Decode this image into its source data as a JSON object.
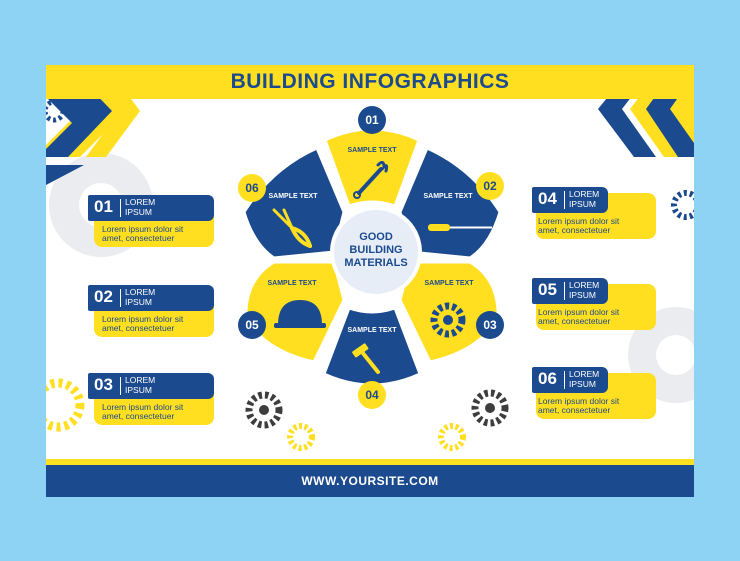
{
  "header": {
    "title": "BUILDING INFOGRAPHICS"
  },
  "footer": {
    "website": "WWW.YOURSITE.COM"
  },
  "center": {
    "line1": "GOOD",
    "line2": "BUILDING",
    "line3": "MATERIALS"
  },
  "petals": [
    {
      "number": "01",
      "label": "SAMPLE TEXT",
      "tool": "wrench-icon"
    },
    {
      "number": "02",
      "label": "SAMPLE TEXT",
      "tool": "screwdriver-icon"
    },
    {
      "number": "03",
      "label": "SAMPLE TEXT",
      "tool": "gear-icon"
    },
    {
      "number": "04",
      "label": "SAMPLE TEXT",
      "tool": "hammer-icon"
    },
    {
      "number": "05",
      "label": "SAMPLE TEXT",
      "tool": "hard-hat-icon"
    },
    {
      "number": "06",
      "label": "SAMPLE TEXT",
      "tool": "pliers-icon"
    }
  ],
  "items": [
    {
      "number": "01",
      "label_line1": "LOREM",
      "label_line2": "IPSUM",
      "desc_line1": "Lorem ipsum dolor sit",
      "desc_line2": "amet, consectetuer"
    },
    {
      "number": "02",
      "label_line1": "LOREM",
      "label_line2": "IPSUM",
      "desc_line1": "Lorem ipsum dolor sit",
      "desc_line2": "amet, consectetuer"
    },
    {
      "number": "03",
      "label_line1": "LOREM",
      "label_line2": "IPSUM",
      "desc_line1": "Lorem ipsum dolor sit",
      "desc_line2": "amet, consectetuer"
    },
    {
      "number": "04",
      "label_line1": "LOREM",
      "label_line2": "IPSUM",
      "desc_line1": "Lorem ipsum dolor sit",
      "desc_line2": "amet, consectetuer"
    },
    {
      "number": "05",
      "label_line1": "LOREM",
      "label_line2": "IPSUM",
      "desc_line1": "Lorem ipsum dolor sit",
      "desc_line2": "amet, consectetuer"
    },
    {
      "number": "06",
      "label_line1": "LOREM",
      "label_line2": "IPSUM",
      "desc_line1": "Lorem ipsum dolor sit",
      "desc_line2": "amet, consectetuer"
    }
  ],
  "colors": {
    "blue": "#1b4a8f",
    "yellow": "#ffdf1f",
    "gray": "#e8e8ec",
    "background": "#8fd3f4"
  }
}
